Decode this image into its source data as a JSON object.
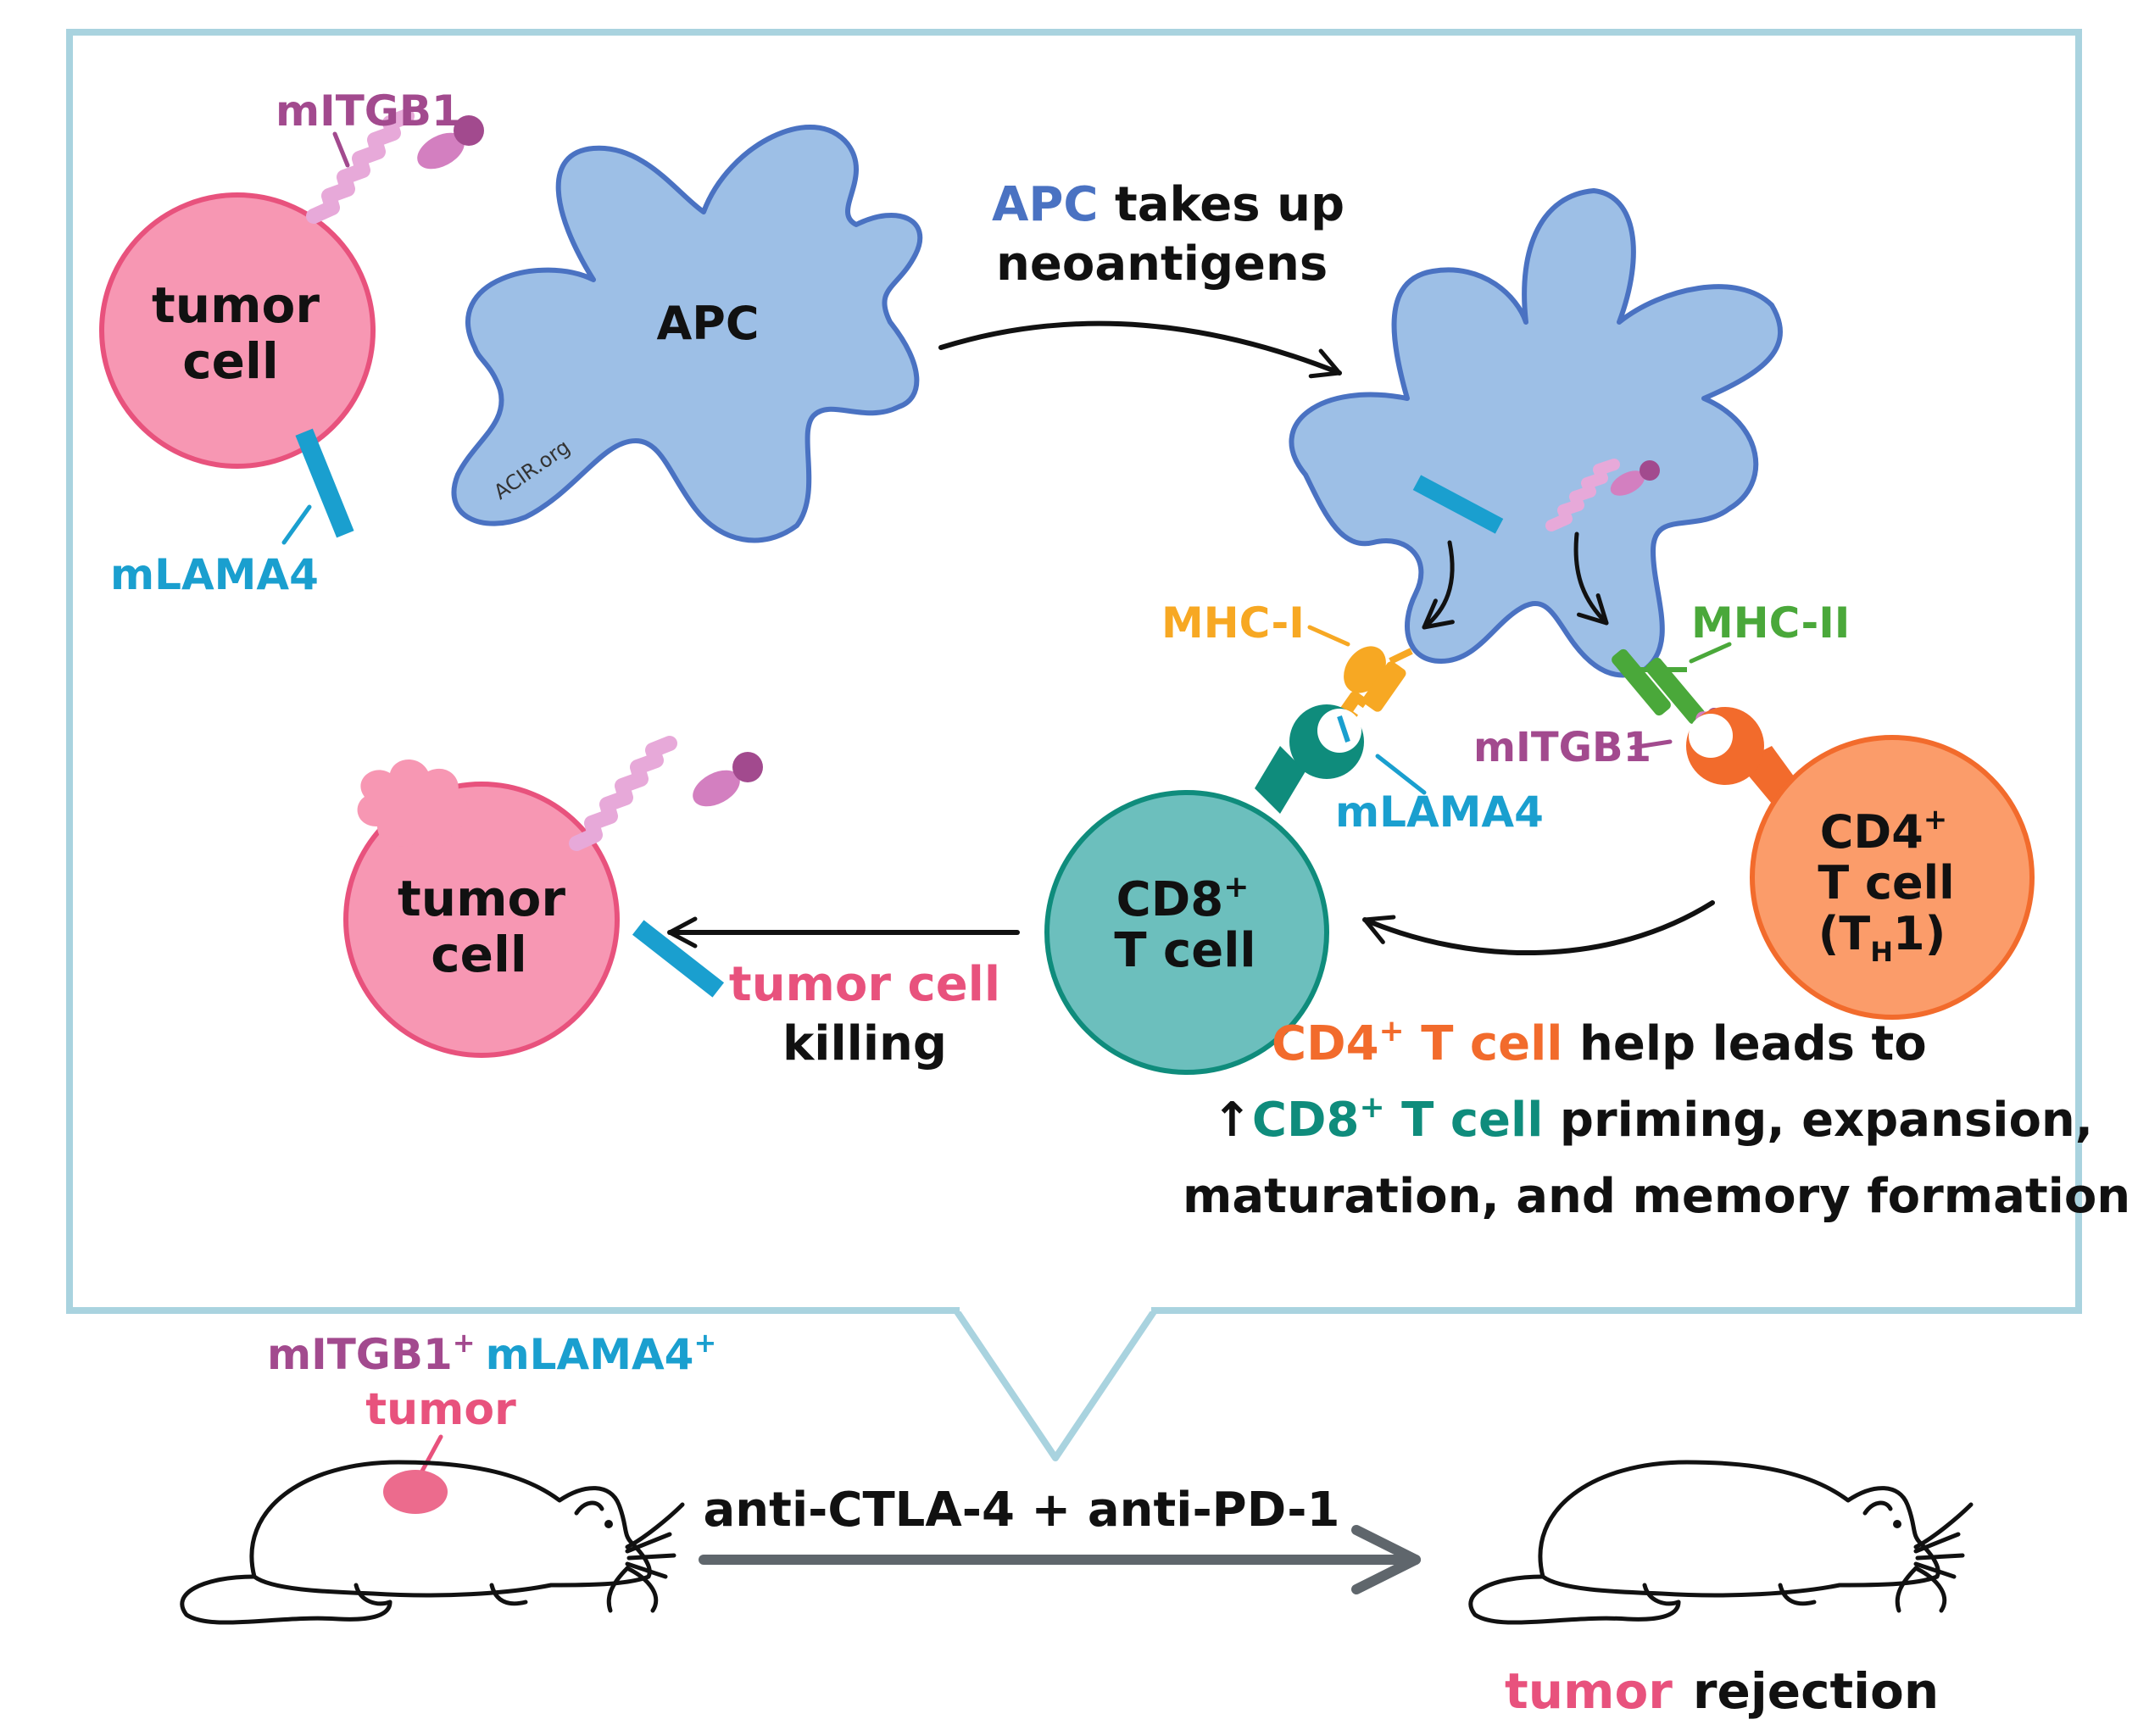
{
  "colors": {
    "panel_border": "#a9d3df",
    "tumor_fill": "#f797b3",
    "tumor_stroke": "#e8527d",
    "apc_fill": "#9dbfe6",
    "apc_stroke": "#4a72c2",
    "itgb1": "#a24a8e",
    "itgb1_light": "#e7a9d9",
    "lama4": "#1a9fcf",
    "mhc1": "#f7a823",
    "mhc2": "#4aa83a",
    "cd8_fill": "#6cbfbd",
    "cd8_stroke": "#0f8c7c",
    "cd4_fill": "#fb9c6a",
    "cd4_stroke": "#f26b2c",
    "pink_text": "#e8527d",
    "teal_text": "#0f8c7c",
    "orange_text": "#f26b2c",
    "gray_arrow": "#5f666c",
    "ink": "#111111"
  },
  "icons": {
    "tumor_cell": "round-cell",
    "apc": "dendritic-cell",
    "mouse": "mouse-outline",
    "arrow": "arrow"
  },
  "top_tumor": {
    "label_line1": "tumor",
    "label_line2": "cell",
    "itgb1_label": "mITGB1",
    "lama4_label": "mLAMA4"
  },
  "apc": {
    "label": "APC",
    "watermark": "ACIR.org"
  },
  "uptake": {
    "prefix": "APC",
    "rest": " takes up",
    "line2": "neoantigens"
  },
  "mhc": {
    "mhc1_label": "MHC-I",
    "mhc2_label": "MHC-II",
    "itgb1_label": "mITGB1",
    "lama4_label": "mLAMA4"
  },
  "cd8": {
    "line1": "CD8",
    "sup": "+",
    "line2": "T cell"
  },
  "cd4": {
    "line1": "CD4",
    "sup": "+",
    "line2": "T cell",
    "line3_open": "(T",
    "line3_sub": "H",
    "line3_close": "1)"
  },
  "killing": {
    "line1": "tumor cell",
    "line2": "killing"
  },
  "bottom_tumor": {
    "label_line1": "tumor",
    "label_line2": "cell"
  },
  "help": {
    "line1_colored": "CD4",
    "line1_sup": "+",
    "line1_colored2": " T cell",
    "line1_rest": " help leads to",
    "line2_arrow": "↑",
    "line2_colored": "CD8",
    "line2_sup": "+",
    "line2_colored2": " T cell",
    "line2_rest": " priming, expansion,",
    "line3": "maturation, and memory formation"
  },
  "mouse_left": {
    "marker_itgb1": "mITGB1",
    "marker_itgb1_sup": "+",
    "marker_lama4": "mLAMA4",
    "marker_lama4_sup": "+",
    "tumor_label": "tumor"
  },
  "treatment": {
    "label": "anti-CTLA-4 + anti-PD-1"
  },
  "outcome": {
    "tumor_word": "tumor",
    "rest": "rejection"
  }
}
